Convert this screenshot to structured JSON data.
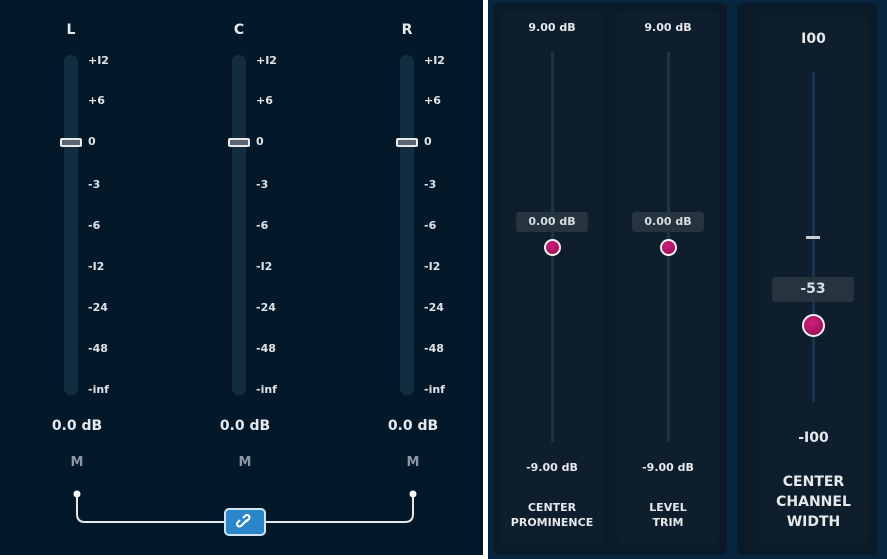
{
  "channels": [
    {
      "name": "L",
      "value": "0.0 dB",
      "mute": "M"
    },
    {
      "name": "C",
      "value": "0.0 dB",
      "mute": "M"
    },
    {
      "name": "R",
      "value": "0.0 dB",
      "mute": "M"
    }
  ],
  "scale": [
    "+I2",
    "+6",
    "0",
    "-3",
    "-6",
    "-I2",
    "-24",
    "-48",
    "-inf"
  ],
  "link": {
    "icon": "link-icon",
    "color": "#2a86c8"
  },
  "center_prominence": {
    "max": "9.00 dB",
    "min": "-9.00 dB",
    "value": "0.00 dB",
    "label1": "CENTER",
    "label2": "PROMINENCE"
  },
  "level_trim": {
    "max": "9.00 dB",
    "min": "-9.00 dB",
    "value": "0.00 dB",
    "label1": "LEVEL",
    "label2": "TRIM"
  },
  "center_width": {
    "max": "I00",
    "min": "-I00",
    "value": "-53",
    "label1": "CENTER",
    "label2": "CHANNEL",
    "label3": "WIDTH"
  },
  "colors": {
    "accent": "#b0186a",
    "bg": "#03192a"
  }
}
